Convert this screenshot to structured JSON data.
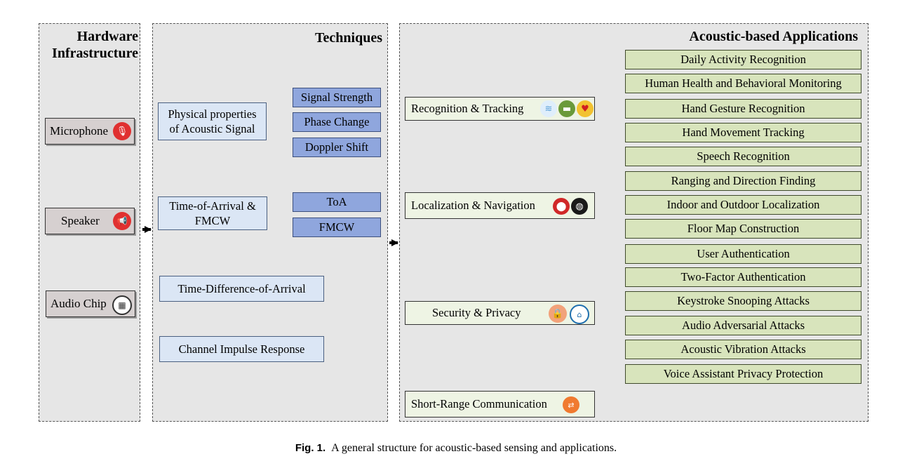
{
  "panels": {
    "hardware": {
      "title_line1": "Hardware",
      "title_line2": "Infrastructure"
    },
    "techniques": {
      "title": "Techniques"
    },
    "applications": {
      "title": "Acoustic-based Applications"
    }
  },
  "hardware": {
    "microphone": "Microphone",
    "speaker": "Speaker",
    "audio_chip": "Audio Chip"
  },
  "techniques": {
    "physical": {
      "line1": "Physical properties",
      "line2": "of Acoustic Signal"
    },
    "signal_strength": "Signal Strength",
    "phase_change": "Phase Change",
    "doppler_shift": "Doppler Shift",
    "toa_fmcw": {
      "line1": "Time-of-Arrival &",
      "line2": "FMCW"
    },
    "toa": "ToA",
    "fmcw": "FMCW",
    "tdoa": "Time-Difference-of-Arrival",
    "cir": "Channel Impulse Response"
  },
  "applications": {
    "recognition": {
      "label": "Recognition & Tracking",
      "items": [
        "Daily Activity Recognition",
        "Human Health and Behavioral Monitoring",
        "Hand Gesture Recognition",
        "Hand Movement Tracking",
        "Speech Recognition"
      ]
    },
    "localization": {
      "label": "Localization & Navigation",
      "items": [
        "Ranging and Direction Finding",
        "Indoor and Outdoor Localization",
        "Floor Map Construction"
      ]
    },
    "security": {
      "label": "Security & Privacy",
      "items": [
        "User Authentication",
        "Two-Factor Authentication",
        "Keystroke Snooping Attacks",
        "Audio Adversarial Attacks",
        "Acoustic Vibration Attacks",
        "Voice Assistant Privacy Protection"
      ]
    },
    "communication": {
      "label": "Short-Range Communication"
    }
  },
  "caption": {
    "label": "Fig. 1.",
    "text": "A general structure for acoustic-based sensing and applications."
  },
  "colors": {
    "panel_bg": "#e6e6e6",
    "technique_box": "#dbe6f5",
    "technique_sub_box": "#8fa6dd",
    "application_box": "#eef4e4",
    "application_item_box": "#d8e4bc",
    "hardware_box": "#d6d0d0"
  }
}
